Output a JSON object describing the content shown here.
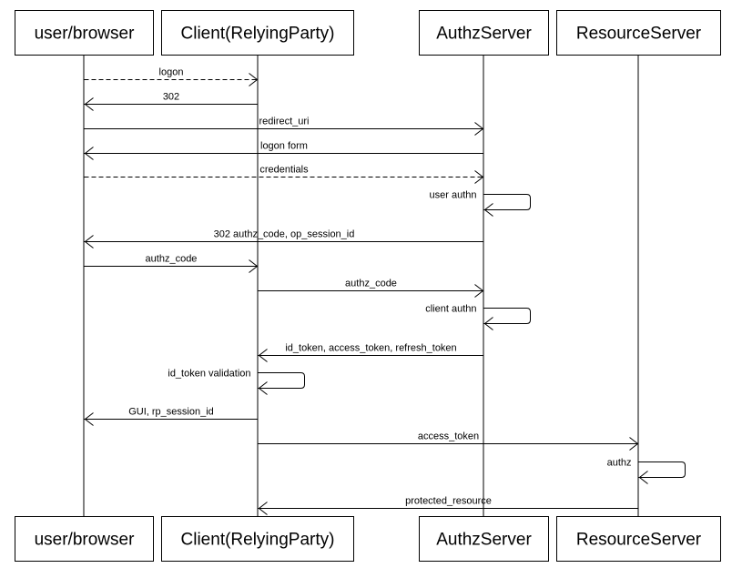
{
  "participants": [
    {
      "id": "browser",
      "label": "user/browser"
    },
    {
      "id": "rp",
      "label": "Client(RelyingParty)"
    },
    {
      "id": "as",
      "label": "AuthzServer"
    },
    {
      "id": "rs",
      "label": "ResourceServer"
    }
  ],
  "messages": [
    {
      "from": "browser",
      "to": "rp",
      "label": "logon",
      "style": "dashed"
    },
    {
      "from": "rp",
      "to": "browser",
      "label": "302",
      "style": "solid"
    },
    {
      "from": "browser",
      "to": "as",
      "label": "redirect_uri",
      "style": "solid"
    },
    {
      "from": "as",
      "to": "browser",
      "label": "logon form",
      "style": "solid"
    },
    {
      "from": "browser",
      "to": "as",
      "label": "credentials",
      "style": "dashed"
    },
    {
      "from": "as",
      "to": "as",
      "label": "user authn",
      "style": "solid"
    },
    {
      "from": "as",
      "to": "browser",
      "label": "302 authz_code, op_session_id",
      "style": "solid"
    },
    {
      "from": "browser",
      "to": "rp",
      "label": "authz_code",
      "style": "solid"
    },
    {
      "from": "rp",
      "to": "as",
      "label": "authz_code",
      "style": "solid"
    },
    {
      "from": "as",
      "to": "as",
      "label": "client authn",
      "style": "solid"
    },
    {
      "from": "as",
      "to": "rp",
      "label": "id_token, access_token, refresh_token",
      "style": "solid"
    },
    {
      "from": "rp",
      "to": "rp",
      "label": "id_token validation",
      "style": "solid"
    },
    {
      "from": "rp",
      "to": "browser",
      "label": "GUI, rp_session_id",
      "style": "solid"
    },
    {
      "from": "rp",
      "to": "rs",
      "label": "access_token",
      "style": "solid"
    },
    {
      "from": "rs",
      "to": "rs",
      "label": "authz",
      "style": "solid"
    },
    {
      "from": "rs",
      "to": "rp",
      "label": "protected_resource",
      "style": "solid"
    }
  ]
}
